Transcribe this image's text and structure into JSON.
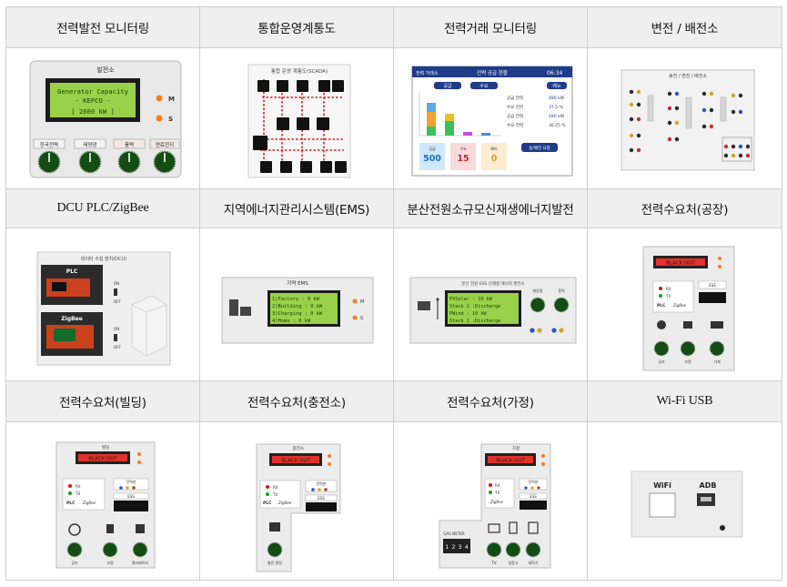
{
  "headers": {
    "r1": [
      "전력발전 모니터링",
      "통합운영계통도",
      "전력거래 모니터링",
      "변전 / 배전소"
    ],
    "r2": [
      "DCU PLC/ZigBee",
      "지역에너지관리시스템(EMS)",
      "분산전원소규모신재생에너지발전",
      "전력수요처(공장)"
    ],
    "r3": [
      "전력수요처(빌딩)",
      "전력수요처(충전소)",
      "전력수요처(가정)",
      "Wi-Fi USB"
    ]
  },
  "panels": {
    "generator": {
      "title": "발전소",
      "lcd": [
        "Generator Capacity",
        "- KEPCO -",
        "[   2000 kW  ]"
      ],
      "leds": [
        "M",
        "S"
      ],
      "knobs": [
        "한국전력",
        "태양광",
        "풍력",
        "연료전지"
      ]
    },
    "scada": {
      "title": "통합 운영 계통도(SCADA)"
    },
    "trading": {
      "topbar_left": "전력 거래소",
      "topbar_title": "전력 공급 현황",
      "clock": "06:34",
      "tabs": [
        "공급",
        "수요"
      ],
      "menu": "메뉴",
      "stats": [
        [
          "공급 전력",
          "480 kW"
        ],
        [
          "수요 전력",
          "37.5 %"
        ],
        [
          "공급 전력",
          "180 kW"
        ],
        [
          "수요 전력",
          "36.25 %"
        ]
      ],
      "tiles": [
        [
          "500",
          "공급"
        ],
        [
          "15",
          "수요"
        ],
        [
          "0",
          "예비"
        ]
      ],
      "button": "송/배전 요청"
    },
    "substation": {
      "title": "송전 / 변전 / 배전소"
    },
    "dcu": {
      "title": "데이터 수집 장치(DCU)",
      "labels": [
        "PLC",
        "ZigBee"
      ],
      "switch": [
        "ON",
        "OFF"
      ]
    },
    "ems": {
      "title": "지역 EMS",
      "lcd": [
        "1)Factory  :   0 kW",
        "2)Building :   0 kW",
        "3)Charging :   0 kW",
        "4)Home     :   0 kW"
      ],
      "leds": [
        "M",
        "S"
      ]
    },
    "renewable": {
      "title": "분산 전원 ESS 신재생 에너지 발전소",
      "lcd": [
        "PVSolar :    10 kW",
        "Stack 1 :Discharge",
        "PWind   :    10 kW",
        "Stack 2 :Discharge"
      ],
      "knobs": [
        "태양광",
        "풍력"
      ]
    },
    "factory": {
      "lcd": "BLACK  OUT",
      "leds": [
        "RX",
        "TX"
      ],
      "plc": "PLC",
      "zig": "ZigBee",
      "ess": "ESS",
      "knobs": [
        "공조",
        "조명",
        "기계"
      ]
    },
    "building": {
      "title": "빌딩",
      "lcd": "BLACK  OUT",
      "leds": [
        "RX",
        "TX"
      ],
      "plc": "PLC",
      "zig": "ZigBee",
      "ess": "ESS",
      "side": "전력분",
      "knobs": [
        "공조",
        "조명",
        "엘리베이터"
      ]
    },
    "charging": {
      "title": "충전소",
      "lcd": "BLACK  OUT",
      "leds": [
        "RX",
        "TX"
      ],
      "plc": "PLC",
      "zig": "ZigBee",
      "ess": "ESS",
      "side": "전력분",
      "knob": "충전 용량"
    },
    "home": {
      "title": "가정",
      "lcd": "BLACK  OUT",
      "leds": [
        "RX",
        "TX"
      ],
      "zig": "ZigBee",
      "ess": "ESS",
      "side": "전력분",
      "meter_label": "GAS METER",
      "meter": "1 2 3 4",
      "knobs": [
        "TV",
        "냉장고",
        "세탁기"
      ]
    },
    "wifi": {
      "labels": [
        "WiFi",
        "ADB"
      ]
    }
  }
}
